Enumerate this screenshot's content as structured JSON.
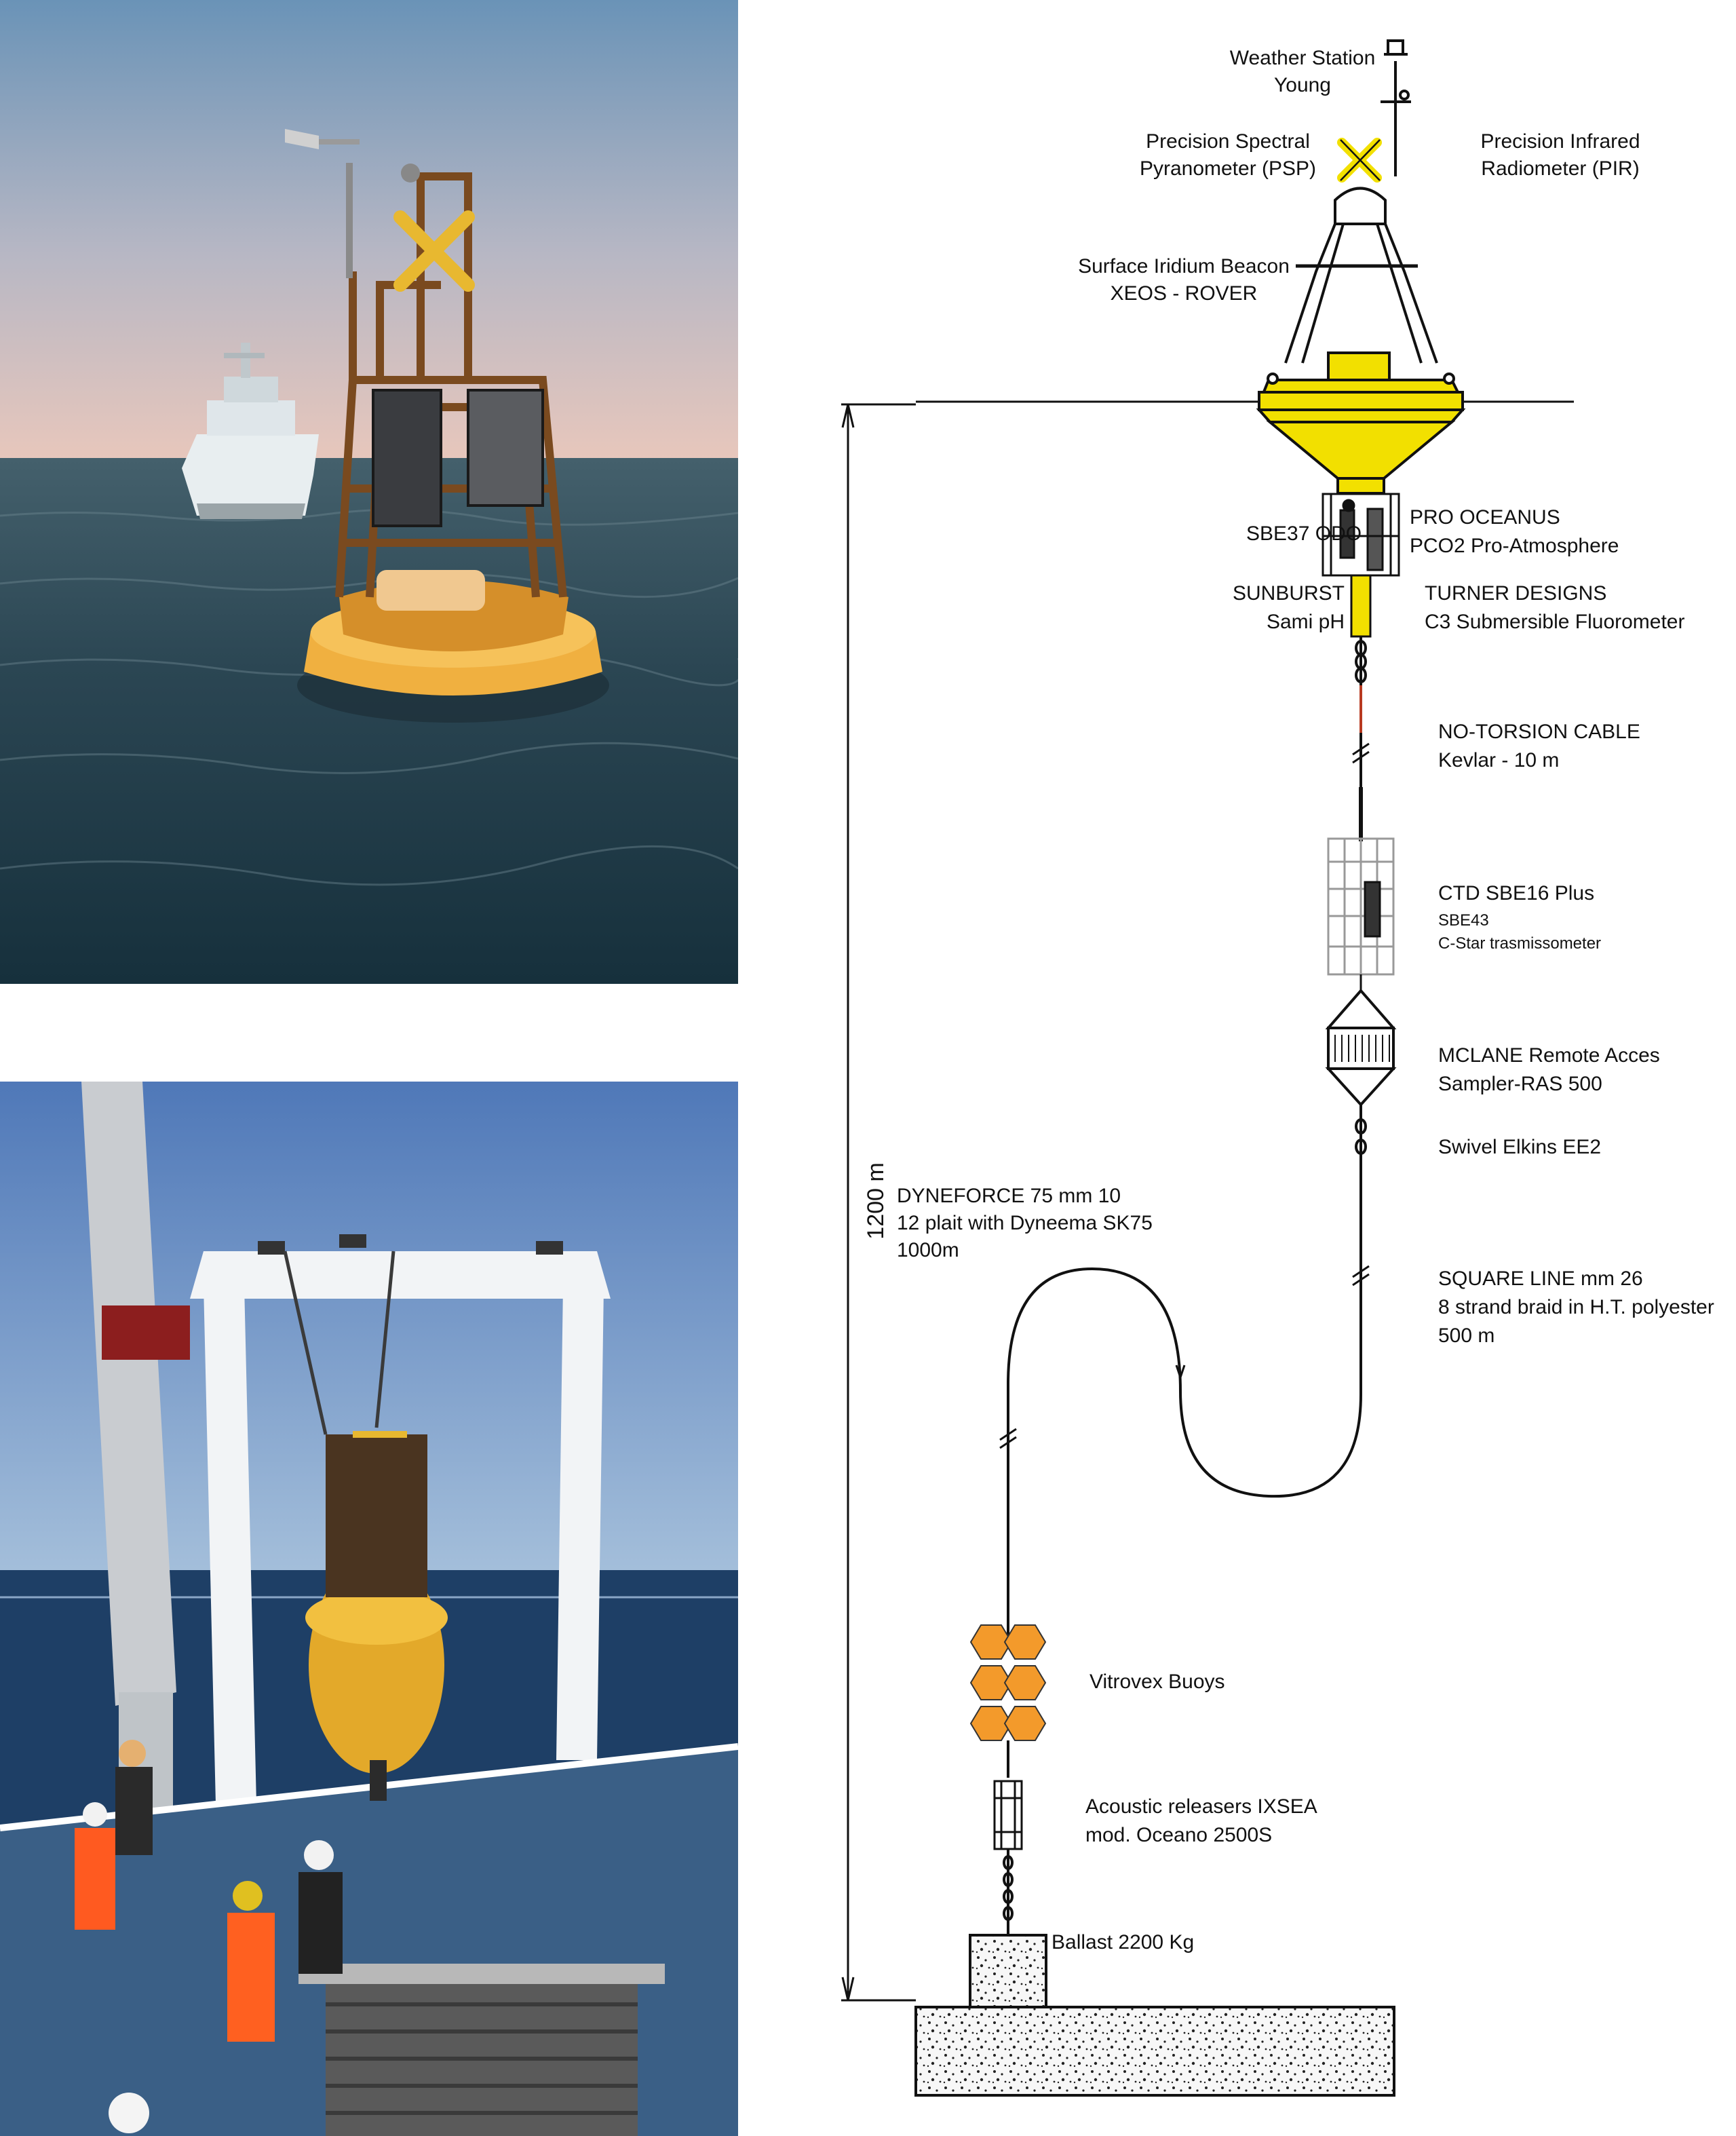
{
  "colors": {
    "buoy_yellow": "#f2e000",
    "buoy_orange": "#f39a2b",
    "sea_dark": "#1e3745",
    "sky_top": "#6a93b7",
    "sky_pink": "#e5c6bc",
    "deck_blue": "#3a5f86",
    "concrete": "#f4f4f4",
    "line": "#111111"
  },
  "photos": {
    "top": {
      "content": "buoy at sea with ship",
      "icon": "buoy-photo"
    },
    "bottom": {
      "content": "buoy deployment from ship stern",
      "icon": "deployment-photo"
    }
  },
  "diagram": {
    "depth_label": "1200 m",
    "labels": {
      "weather_station_1": "Weather Station",
      "weather_station_2": "Young",
      "psp_1": "Precision Spectral",
      "psp_2": "Pyranometer (PSP)",
      "pir_1": "Precision Infrared",
      "pir_2": "Radiometer (PIR)",
      "beacon_1": "Surface Iridium Beacon",
      "beacon_2": "XEOS - ROVER",
      "sbe37": "SBE37 ODO",
      "pro_oceanus_1": "PRO OCEANUS",
      "pro_oceanus_2": "PCO2 Pro-Atmosphere",
      "sunburst_1": "SUNBURST",
      "sunburst_2": "Sami pH",
      "turner_1": "TURNER DESIGNS",
      "turner_2": "C3 Submersible Fluorometer",
      "cable_1": "NO-TORSION CABLE",
      "cable_2": "Kevlar - 10 m",
      "ctd_1": "CTD SBE16 Plus",
      "ctd_2": "SBE43",
      "ctd_3": "C-Star trasmissometer",
      "mclane_1": "MCLANE Remote Acces",
      "mclane_2": "Sampler-RAS 500",
      "swivel": "Swivel Elkins EE2",
      "dyneforce_1": "DYNEFORCE 75   mm 10",
      "dyneforce_2": "12 plait with Dyneema SK75",
      "dyneforce_3": "1000m",
      "square_1": "SQUARE LINE mm 26",
      "square_2": "8 strand braid in H.T. polyester",
      "square_3": "500 m",
      "vitrovex": "Vitrovex Buoys",
      "releasers_1": "Acoustic releasers IXSEA",
      "releasers_2": "mod. Oceano 2500S",
      "ballast": "Ballast 2200 Kg"
    }
  }
}
